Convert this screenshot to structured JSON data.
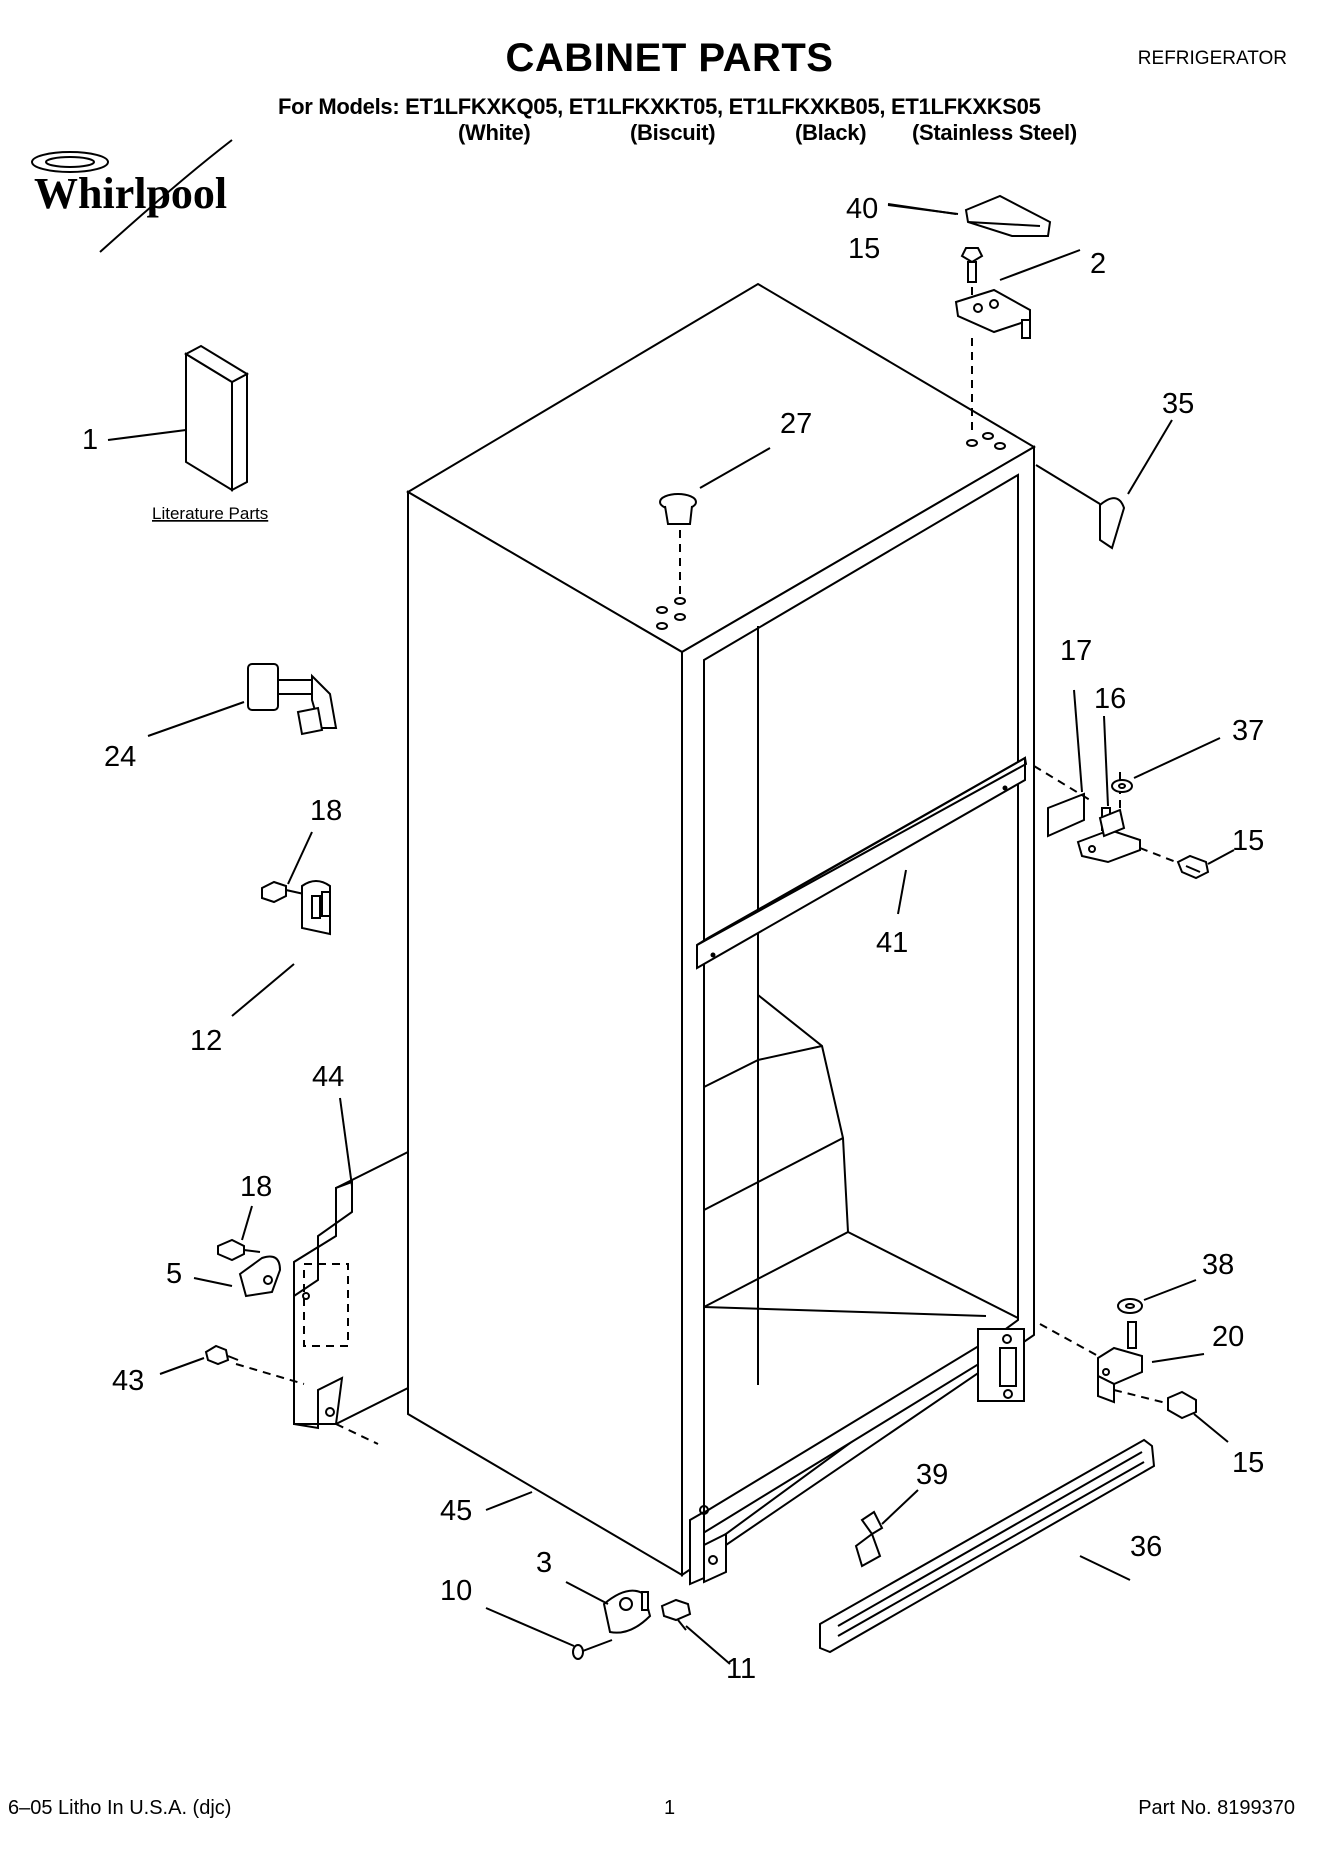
{
  "header": {
    "title": "CABINET PARTS",
    "category": "REFRIGERATOR",
    "models_line": "For Models: ET1LFKXKQ05, ET1LFKXKT05, ET1LFKXKB05, ET1LFKXKS05",
    "variants": [
      "(White)",
      "(Biscuit)",
      "(Black)",
      "(Stainless Steel)"
    ]
  },
  "brand": {
    "logo_text": "Whirlpool"
  },
  "literature_label": "Literature Parts",
  "callouts": {
    "c1": "1",
    "c2": "2",
    "c3": "3",
    "c5": "5",
    "c10": "10",
    "c11": "11",
    "c12": "12",
    "c15a": "15",
    "c15b": "15",
    "c15c": "15",
    "c16": "16",
    "c17": "17",
    "c18a": "18",
    "c18b": "18",
    "c20": "20",
    "c24": "24",
    "c27": "27",
    "c35": "35",
    "c36": "36",
    "c37": "37",
    "c38": "38",
    "c39": "39",
    "c40": "40",
    "c41": "41",
    "c43": "43",
    "c44": "44",
    "c45": "45"
  },
  "footer": {
    "left": "6–05 Litho In U.S.A. (djc)",
    "center": "1",
    "right": "Part No. 8199370"
  }
}
